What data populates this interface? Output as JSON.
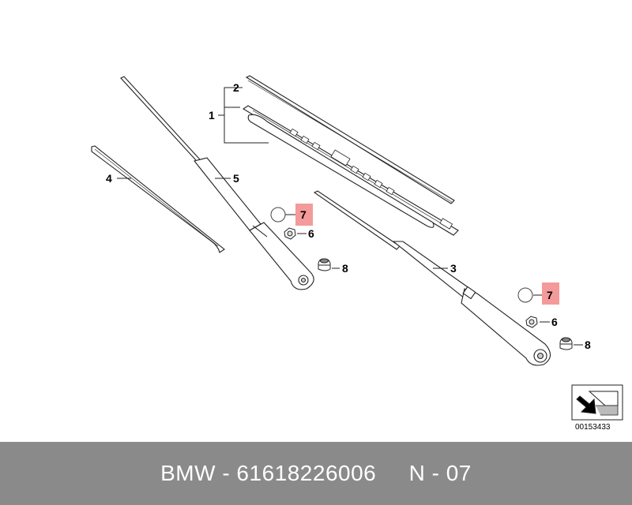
{
  "diagram": {
    "reference_code": "00153433",
    "callouts": {
      "c1": "1",
      "c2": "2",
      "c3": "3",
      "c4": "4",
      "c5": "5",
      "c6a": "6",
      "c6b": "6",
      "c7a": "7",
      "c7b": "7",
      "c8a": "8",
      "c8b": "8"
    },
    "highlight_color": "#f49a9a"
  },
  "footer": {
    "text": "BMW - 61618226006     N - 07"
  }
}
